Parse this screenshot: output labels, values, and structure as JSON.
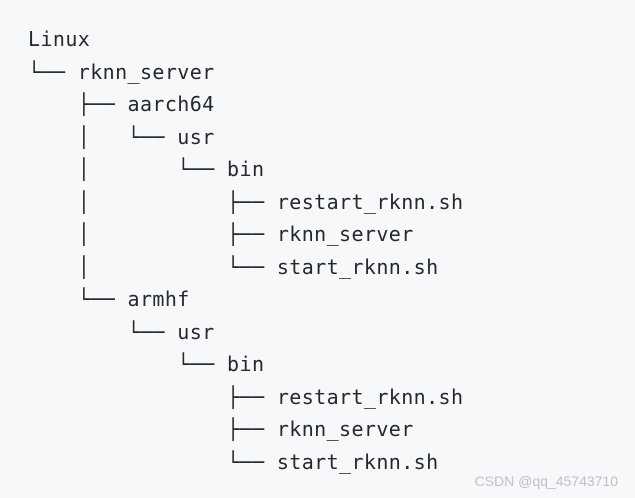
{
  "page": {
    "background_color": "#f7f8fa",
    "text_color": "#24292e"
  },
  "tree": {
    "root": "Linux",
    "lines": [
      "Linux",
      "└── rknn_server",
      "    ├── aarch64",
      "    │   └── usr",
      "    │       └── bin",
      "    │           ├── restart_rknn.sh",
      "    │           ├── rknn_server",
      "    │           └── start_rknn.sh",
      "    └── armhf",
      "        └── usr",
      "            └── bin",
      "                ├── restart_rknn.sh",
      "                ├── rknn_server",
      "                └── start_rknn.sh"
    ]
  },
  "watermark": {
    "text": "CSDN @qq_45743710",
    "color": "#bdc1c8"
  }
}
